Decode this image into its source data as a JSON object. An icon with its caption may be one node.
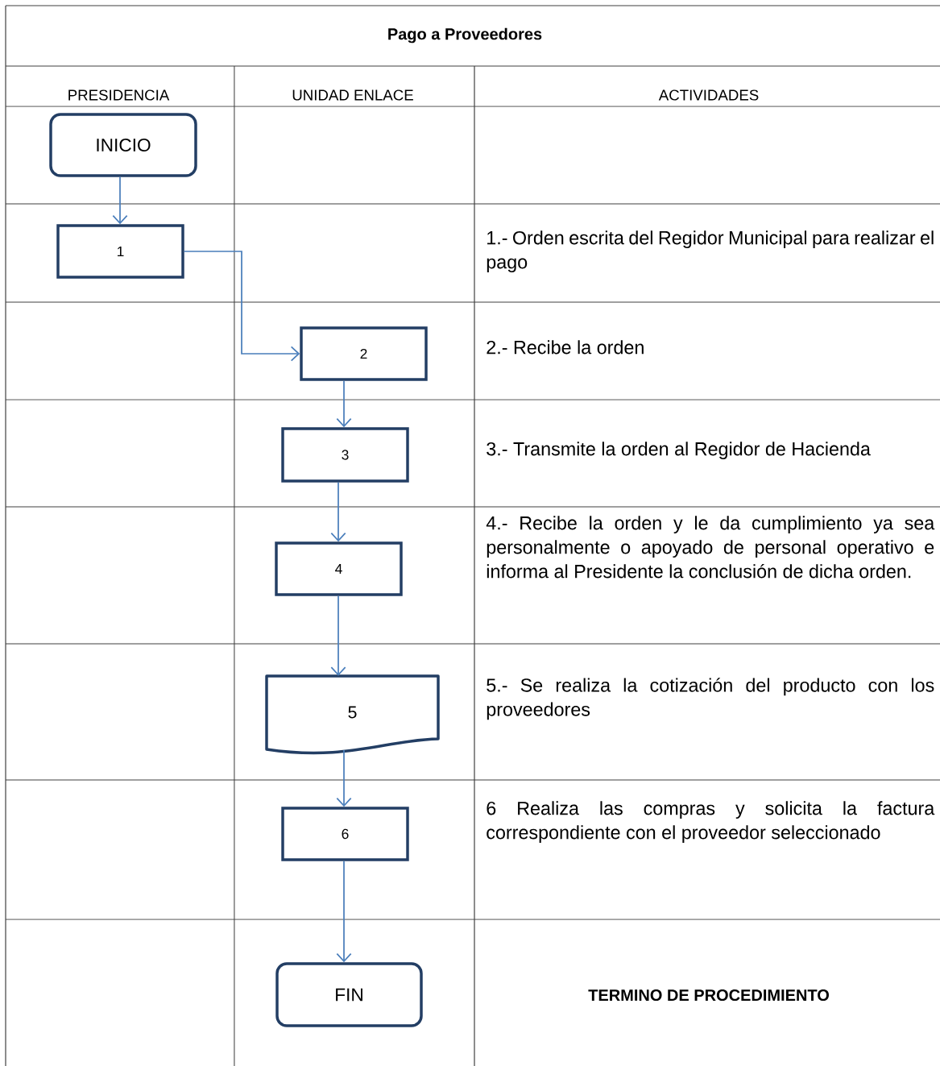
{
  "diagram": {
    "title": "Pago a Proveedores",
    "nodes": [
      {
        "text": [
          "INICIO"
        ]
      },
      {
        "text": [
          "1"
        ]
      },
      {
        "text": [
          "2"
        ]
      },
      {
        "text": [
          "3"
        ]
      },
      {
        "text": [
          "4"
        ]
      },
      {
        "text": [
          "5"
        ]
      },
      {
        "text": [
          "6"
        ]
      },
      {
        "text": [
          "FIN"
        ]
      }
    ],
    "edges": [
      {
        "from": 0,
        "to": 1,
        "arrow": "to"
      },
      {
        "from": 1,
        "to": 2,
        "arrow": "to"
      },
      {
        "from": 2,
        "to": 3,
        "arrow": "to"
      },
      {
        "from": 3,
        "to": 4,
        "arrow": "to"
      },
      {
        "from": 4,
        "to": 5,
        "arrow": "to"
      },
      {
        "from": 5,
        "to": 6,
        "arrow": "to"
      },
      {
        "from": 6,
        "to": 7,
        "arrow": "to"
      }
    ],
    "labels": [
      "PRESIDENCIA",
      "UNIDAD ENLACE",
      "ACTIVIDADES",
      "1.- Orden escrita del Regidor Municipal para realizar el pago",
      "2.- Recibe la orden",
      "3.- Transmite la orden al Regidor de Hacienda",
      "4.- Recibe la orden y le da cumplimiento ya sea personalmente o apoyado de personal operativo e informa al Presidente la conclusión de dicha orden.",
      "5.- Se realiza la cotización del producto con los proveedores",
      "6 Realiza las compras y solicita la factura correspondiente con el proveedor seleccionado",
      "TERMINO DE PROCEDIMIENTO"
    ]
  }
}
